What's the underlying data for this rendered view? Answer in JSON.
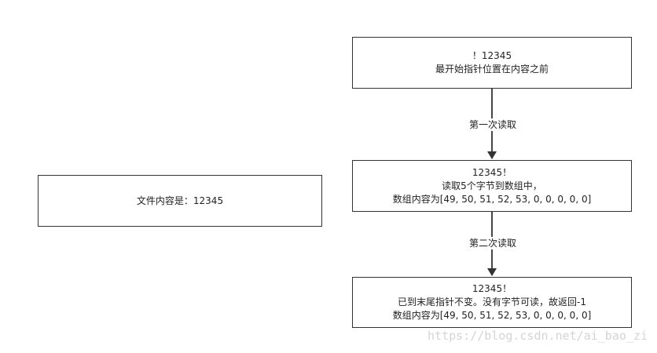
{
  "diagram": {
    "left_box": {
      "lines": [
        "文件内容是：12345"
      ]
    },
    "steps": [
      {
        "lines": [
          "！12345",
          "最开始指针位置在内容之前"
        ]
      },
      {
        "lines": [
          "12345！",
          "读取5个字节到数组中，",
          "数组内容为[49, 50, 51, 52, 53, 0, 0, 0, 0, 0]"
        ]
      },
      {
        "lines": [
          "12345！",
          "已到末尾指针不变。没有字节可读，故返回-1",
          "数组内容为[49, 50, 51, 52, 53, 0, 0, 0, 0, 0]"
        ]
      }
    ],
    "edges": [
      {
        "label": "第一次读取"
      },
      {
        "label": "第二次读取"
      }
    ],
    "line_color": "#333333"
  },
  "watermark": "https://blog.csdn.net/ai_bao_zi"
}
